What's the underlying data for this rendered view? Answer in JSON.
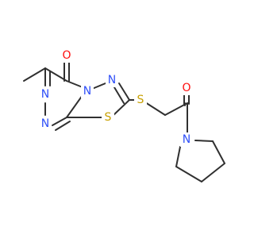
{
  "structure": {
    "atoms": [
      {
        "id": "o1",
        "symbol": "O",
        "color": "#ff0d0d"
      },
      {
        "id": "n4",
        "symbol": "N",
        "color": "#3050f8"
      },
      {
        "id": "n_ring_top",
        "symbol": "N",
        "color": "#3050f8"
      },
      {
        "id": "n2",
        "symbol": "N",
        "color": "#3050f8"
      },
      {
        "id": "n1",
        "symbol": "N",
        "color": "#3050f8"
      },
      {
        "id": "s_ring",
        "symbol": "S",
        "color": "#c8a000"
      },
      {
        "id": "s_link",
        "symbol": "S",
        "color": "#c8a000"
      },
      {
        "id": "o2",
        "symbol": "O",
        "color": "#ff0d0d"
      },
      {
        "id": "n_pyr",
        "symbol": "N",
        "color": "#3050f8"
      }
    ]
  }
}
